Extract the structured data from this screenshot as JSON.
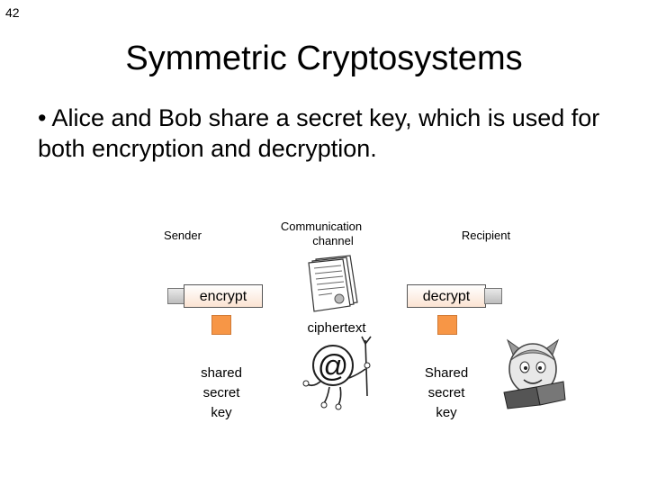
{
  "slide": {
    "number": "42",
    "title": "Symmetric Cryptosystems",
    "bullet": "• Alice and Bob share a secret key, which is used for both encryption and decryption."
  },
  "diagram": {
    "sender_label": "Sender",
    "channel_label_line1": "Communication",
    "channel_label_line2": "channel",
    "recipient_label": "Recipient",
    "encrypt_label": "encrypt",
    "decrypt_label": "decrypt",
    "ciphertext_label": "ciphertext",
    "sender_key_label_line1": "shared",
    "sender_key_label_line2": "secret",
    "sender_key_label_line3": "key",
    "recipient_key_label_line1": "Shared",
    "recipient_key_label_line2": "secret",
    "recipient_key_label_line3": "key",
    "key_color": "#f79646",
    "box_fill": "#fbe3d2",
    "icons": [
      "document-icon",
      "eavesdropper-icon",
      "recipient-person-icon"
    ]
  }
}
